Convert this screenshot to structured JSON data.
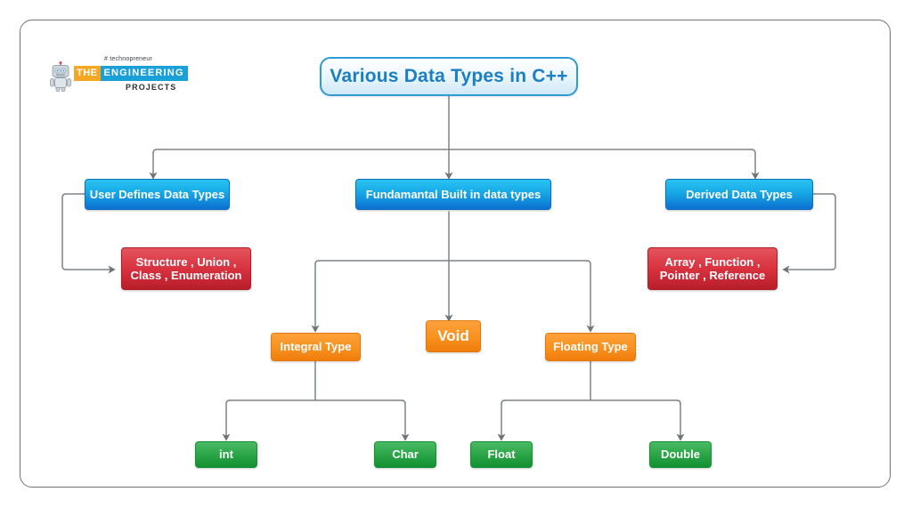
{
  "diagram": {
    "title": "Various Data Types in C++",
    "logo": {
      "tagline": "# technopreneur",
      "word_the": "THE",
      "word_engineering": "ENGINEERING",
      "word_projects": "PROJECTS",
      "robot_icon": "robot-icon"
    },
    "colors": {
      "title_text": "#1b7fc4",
      "title_border": "#2e9bd6",
      "blue": "#17a8e6",
      "red": "#d62f3c",
      "orange": "#f8911f",
      "green": "#28a345",
      "connector": "#7d8387",
      "page_border": "#6f7477"
    },
    "nodes": {
      "root": "Various Data Types in C++",
      "level1": [
        {
          "label": "User Defines Data Types"
        },
        {
          "label": "Fundamantal Built in data types"
        },
        {
          "label": "Derived Data Types"
        }
      ],
      "user_defined_detail": {
        "line1": "Structure , Union ,",
        "line2": "Class , Enumeration"
      },
      "derived_detail": {
        "line1": "Array , Function ,",
        "line2": "Pointer , Reference"
      },
      "level2": [
        {
          "label": "Integral Type"
        },
        {
          "label": "Void"
        },
        {
          "label": "Floating Type"
        }
      ],
      "integral_children": [
        {
          "label": "int"
        },
        {
          "label": "Char"
        }
      ],
      "floating_children": [
        {
          "label": "Float"
        },
        {
          "label": "Double"
        }
      ]
    }
  }
}
